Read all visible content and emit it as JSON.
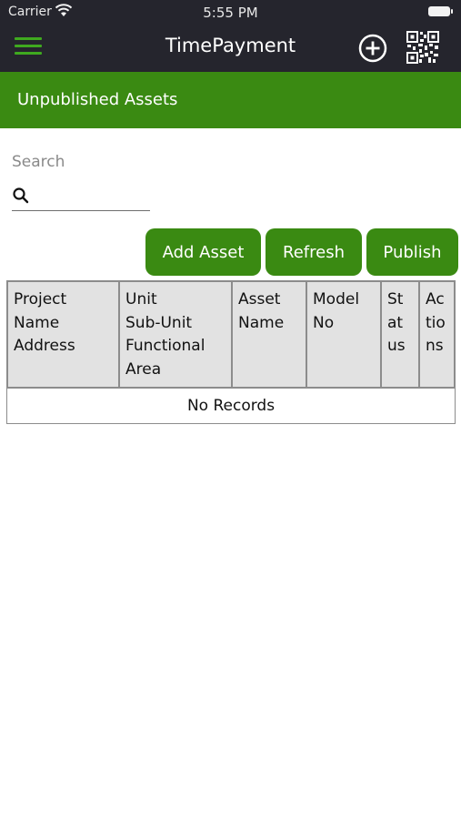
{
  "status_bar": {
    "carrier": "Carrier",
    "time": "5:55 PM"
  },
  "nav": {
    "title": "TimePayment",
    "menu_icon": "hamburger-menu-icon",
    "add_icon": "add-circle-icon",
    "qr_icon": "qr-code-icon"
  },
  "page": {
    "header": "Unpublished Assets"
  },
  "search": {
    "label": "Search",
    "value": "",
    "icon": "search-icon"
  },
  "actions": {
    "add_asset": "Add Asset",
    "refresh": "Refresh",
    "publish": "Publish"
  },
  "table": {
    "columns": [
      [
        "Project",
        "Name",
        "Address"
      ],
      [
        "Unit",
        "Sub-Unit",
        "Functional",
        "Area"
      ],
      [
        "Asset",
        "Name"
      ],
      [
        "Model",
        "No"
      ],
      [
        "St",
        "at",
        "us"
      ],
      [
        "Ac",
        "tio",
        "ns"
      ]
    ],
    "empty_message": "No Records"
  },
  "colors": {
    "nav_bg": "#25252d",
    "brand_green": "#3a8a12",
    "menu_green": "#3fa91f",
    "header_cell_bg": "#e2e2e2"
  }
}
